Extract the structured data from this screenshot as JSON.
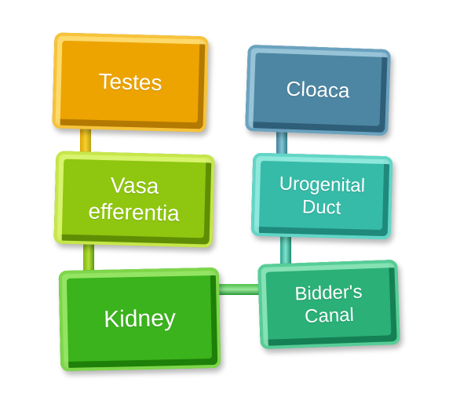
{
  "diagram": {
    "nodes": {
      "testes": {
        "lines": [
          "Testes"
        ],
        "color": "#eda400"
      },
      "vasa_efferentia": {
        "lines": [
          "Vasa",
          "efferentia"
        ],
        "color": "#8fc60f"
      },
      "kidney": {
        "lines": [
          "Kidney"
        ],
        "color": "#3bb31c"
      },
      "cloaca": {
        "lines": [
          "Cloaca"
        ],
        "color": "#4c86a2"
      },
      "urogenital_duct": {
        "lines": [
          "Urogenital",
          "Duct"
        ],
        "color": "#36bba8"
      },
      "bidders_canal": {
        "lines": [
          "Bidder's",
          "Canal"
        ],
        "color": "#2bb077"
      }
    },
    "connections": [
      {
        "from": "testes",
        "to": "vasa_efferentia"
      },
      {
        "from": "vasa_efferentia",
        "to": "kidney"
      },
      {
        "from": "kidney",
        "to": "bidders_canal"
      },
      {
        "from": "bidders_canal",
        "to": "urogenital_duct"
      },
      {
        "from": "urogenital_duct",
        "to": "cloaca"
      }
    ]
  }
}
